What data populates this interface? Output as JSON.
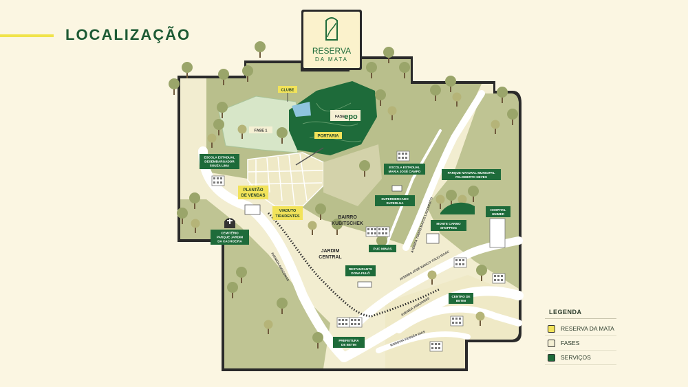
{
  "page_title": "LOCALIZAÇÃO",
  "logo": {
    "line1": "RESERVA",
    "line2": "DA MATA"
  },
  "map_labels": {
    "fase1": "FASE 1",
    "fase_prefix": "FASE",
    "fase_epo": "epo",
    "clube": "CLUBE",
    "portaria": "PORTARIA",
    "escola_desembargador": [
      "ESCOLA ESTADUAL",
      "DESEMBARGADOR",
      "SOUZA LIMA"
    ],
    "plantao": [
      "PLANTÃO",
      "DE VENDAS"
    ],
    "viaduto": [
      "VIADUTO",
      "TIRADENTES"
    ],
    "cemiterio": [
      "CEMITÉRIO",
      "PARQUE JARDIM",
      "DA CACHOEIRA"
    ],
    "escola_maria": [
      "ESCOLA ESTADUAL",
      "MARIA JOSÉ CAMPO"
    ],
    "supermercado": [
      "SUPERMERCADO",
      "SUPERLUA"
    ],
    "parque": [
      "PARQUE NATURAL MUNICIPAL",
      "FELISBERTO NEVES"
    ],
    "hospital": [
      "HOSPITAL",
      "UNIMED"
    ],
    "monte_carmo": [
      "MONTE CARMO",
      "SHOPPING"
    ],
    "puc": "PUC MINAS",
    "restaurante": [
      "RESTAURANTE",
      "DONA FULÔ"
    ],
    "centro_betim": [
      "CENTRO DE",
      "BETIM"
    ],
    "prefeitura": [
      "PREFEITURA",
      "DE BETIM"
    ],
    "bairro": [
      "BAIRRO",
      "KUBITSCHEK"
    ],
    "jardim": [
      "JARDIM",
      "CENTRAL"
    ],
    "av_amazonas_1": "AVENIDA AMAZONAS",
    "av_amazonas_2": "AVENIDA AMAZONAS",
    "av_tomas": "AVENIDA TOMÁS MATOS LAZZAROTTI",
    "av_jose": "AVENIDA JOSÉ BANCO TÚLIO ISAAC",
    "rodovia": "RODOVIA FERNÃO DIAS"
  },
  "legend": {
    "title": "LEGENDA",
    "items": [
      {
        "label": "RESERVA DA MATA",
        "color": "#f2e35a"
      },
      {
        "label": "FASES",
        "color": "#f5f0d4"
      },
      {
        "label": "SERVIÇOS",
        "color": "#1e6b3a"
      }
    ]
  },
  "colors": {
    "background": "#fbf6e2",
    "map_base": "#f2edd0",
    "dark_green": "#1e6b3a",
    "olive": "#b9bf8c",
    "yellow": "#f2e35a"
  }
}
